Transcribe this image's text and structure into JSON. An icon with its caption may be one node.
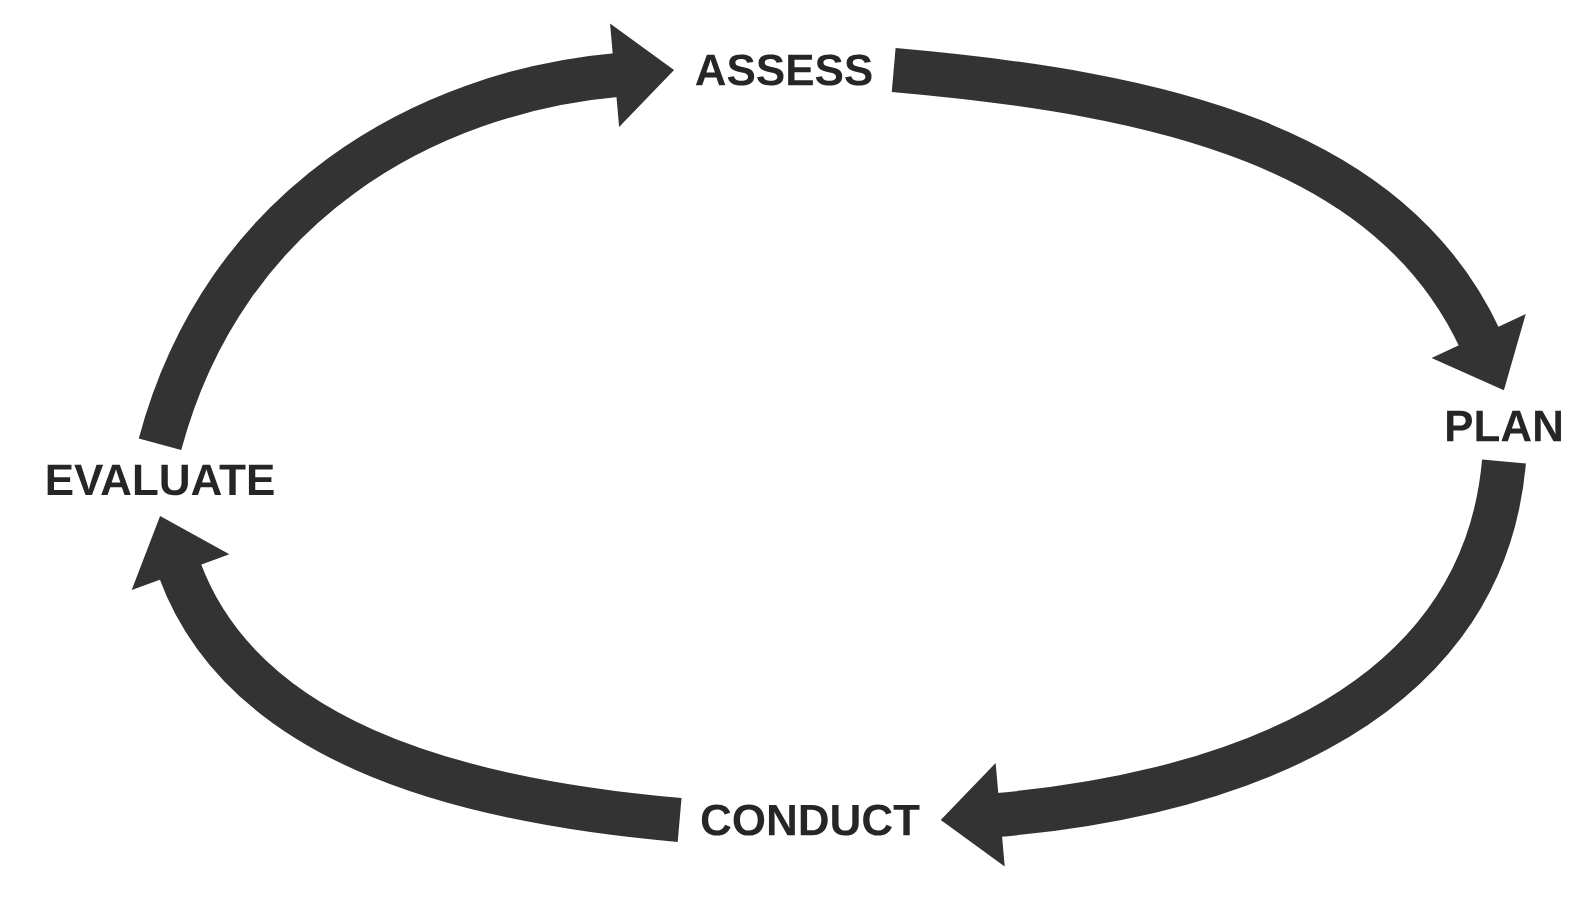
{
  "diagram": {
    "nodes": [
      {
        "text": [
          "ASSESS"
        ]
      },
      {
        "text": [
          "PLAN"
        ]
      },
      {
        "text": [
          "CONDUCT"
        ]
      },
      {
        "text": [
          "EVALUATE"
        ]
      }
    ],
    "edges": [
      {
        "from": 0,
        "to": 1,
        "arrow": "to"
      },
      {
        "from": 1,
        "to": 2,
        "arrow": "to"
      },
      {
        "from": 2,
        "to": 3,
        "arrow": "to"
      },
      {
        "from": 3,
        "to": 0,
        "arrow": "to"
      }
    ]
  }
}
